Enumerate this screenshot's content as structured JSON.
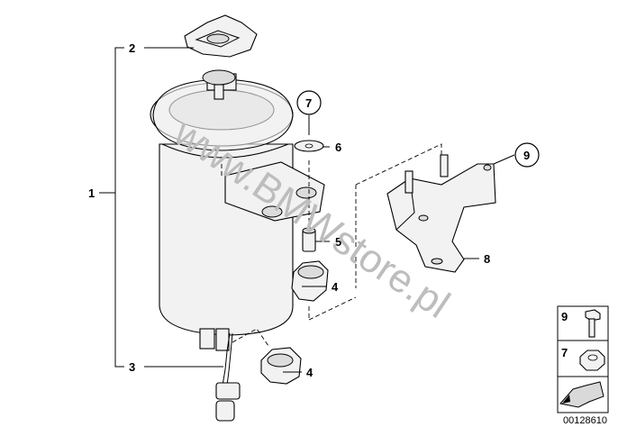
{
  "watermark": "www.BMWstore.pl",
  "callouts": {
    "c1": "1",
    "c2": "2",
    "c3": "3",
    "c4a": "4",
    "c4b": "4",
    "c5": "5",
    "c6": "6",
    "c7": "7",
    "c8": "8",
    "c9": "9"
  },
  "legend": {
    "item_9_number": "9",
    "item_9_icon": "bolt-icon",
    "item_7_number": "7",
    "item_7_icon": "nut-icon",
    "arrow_icon": "arrow-icon"
  },
  "diagram_ref": "00128610"
}
